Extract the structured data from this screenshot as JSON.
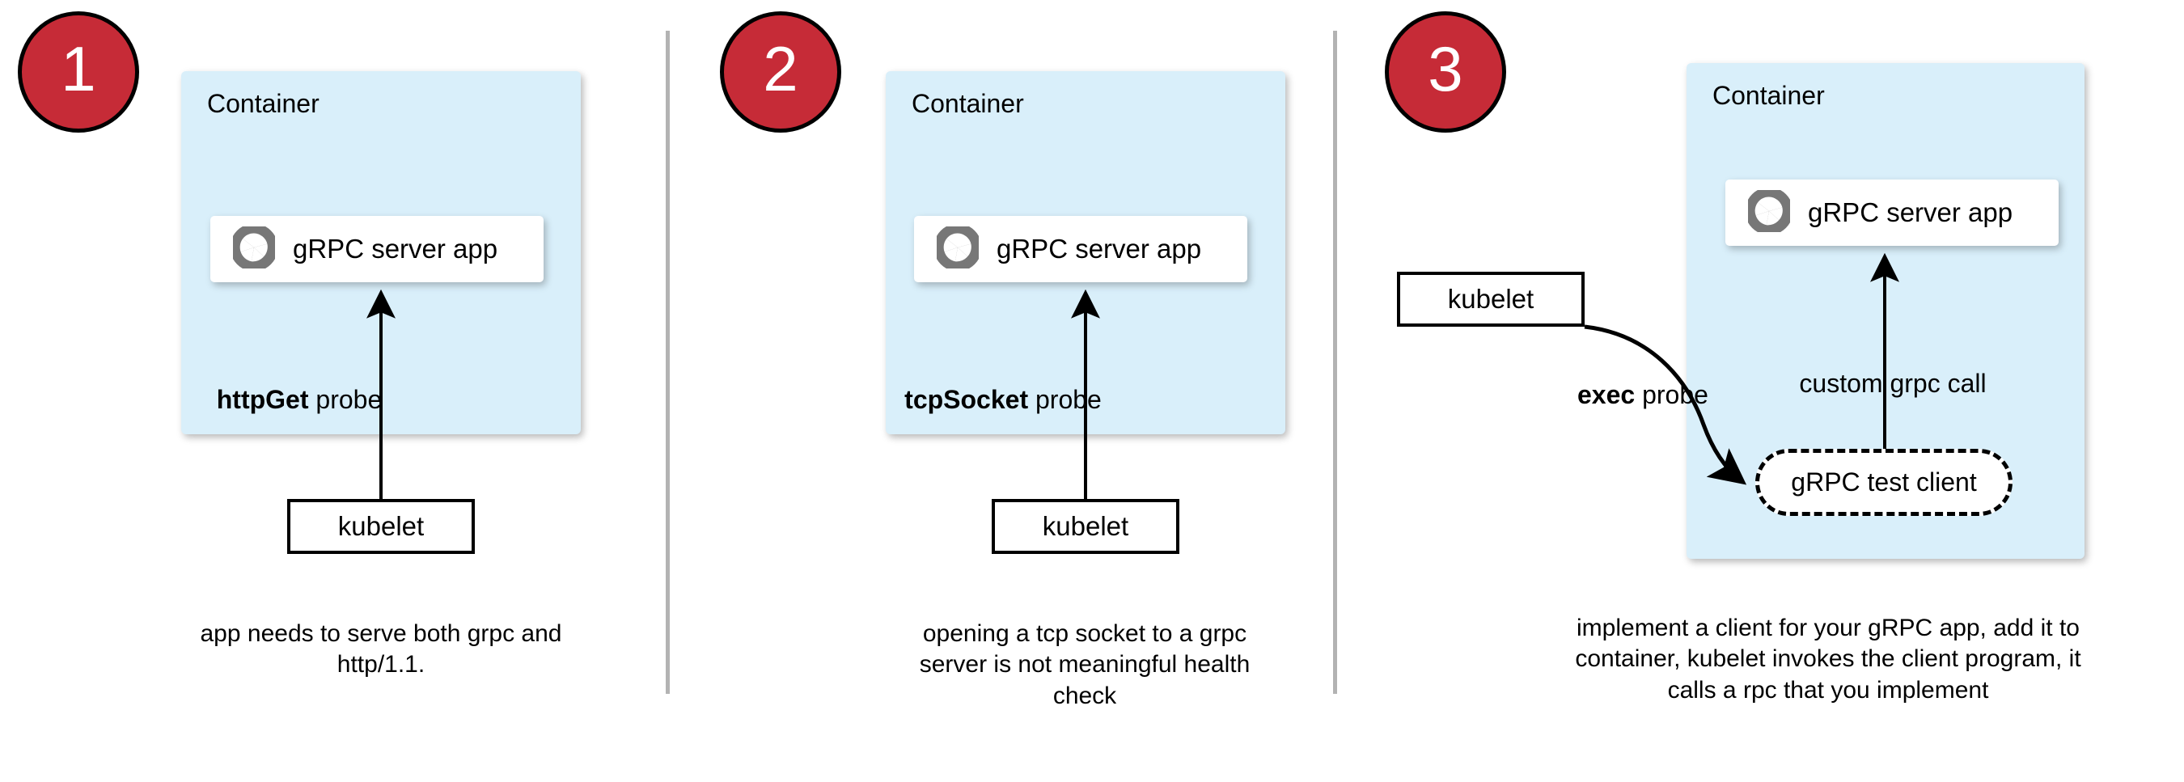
{
  "diagram": {
    "title_colors": {
      "badge_fill": "#c62b37",
      "badge_border": "#000000",
      "badge_text": "#ffffff",
      "container_fill": "#d9effa",
      "card_fill": "#ffffff",
      "divider": "#b3b3b3",
      "grpc_logo": "#777777"
    },
    "panels": [
      {
        "number": "1",
        "container_label": "Container",
        "app_label": "gRPC server app",
        "app_icon": "grpc-aperture-icon",
        "probe_strong": "httpGet",
        "probe_rest": " probe",
        "node_label": "kubelet",
        "caption": "app needs to serve both grpc and http/1.1."
      },
      {
        "number": "2",
        "container_label": "Container",
        "app_label": "gRPC server app",
        "app_icon": "grpc-aperture-icon",
        "probe_strong": "tcpSocket",
        "probe_rest": " probe",
        "node_label": "kubelet",
        "caption": "opening a tcp socket to a grpc server is not meaningful health check"
      },
      {
        "number": "3",
        "container_label": "Container",
        "app_label": "gRPC server app",
        "app_icon": "grpc-aperture-icon",
        "probe_strong": "exec",
        "probe_rest": " probe",
        "node_label": "kubelet",
        "client_label": "gRPC test client",
        "inner_call_label": "custom grpc call",
        "caption": "implement a client for your gRPC app, add it to container, kubelet invokes the client program, it calls a rpc that you implement"
      }
    ]
  }
}
